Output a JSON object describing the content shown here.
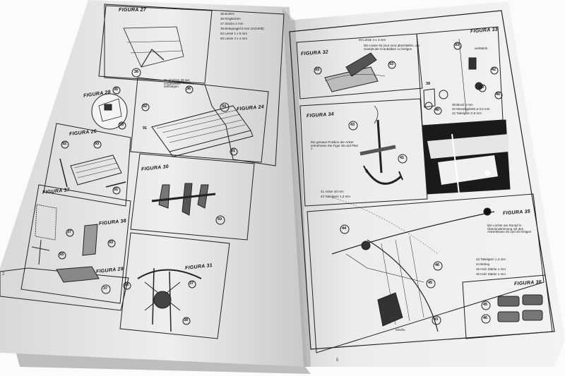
{
  "left_page": {
    "page_number": "2",
    "fig27": {
      "title": "FIGURA 27",
      "legend": [
        "35 Bolzen",
        "36 Ringbolzen",
        "37 Stöcke 2 mm",
        "38 Belegnagel 8 mm (4104/08)",
        "92 Leiste 1 x 5 mm",
        "93 Leiste 4 x 4 mm"
      ],
      "callouts": [
        "36"
      ]
    },
    "fig28": {
      "title": "FIGURA 28",
      "callouts": [
        "35",
        "93"
      ]
    },
    "fig24": {
      "title": "FIGURA 24",
      "note": "Ringbolzen 38 wie vorgesehen befestigen",
      "callouts": [
        "92",
        "36",
        "91",
        "93",
        "91"
      ]
    },
    "fig26": {
      "title": "FIGURA 26",
      "callouts": [
        "92",
        "93",
        "91"
      ]
    },
    "fig30": {
      "title": "FIGURA 30",
      "callouts": [
        "93"
      ]
    },
    "fig37": {
      "title": "FIGURA 37",
      "callouts": [
        "37",
        "93",
        "93"
      ]
    },
    "fig38": {
      "title": "FIGURA 38",
      "callouts": [
        "93"
      ]
    },
    "fig29": {
      "title": "FIGURA 29",
      "callouts": [
        "37"
      ]
    },
    "fig31": {
      "title": "FIGURA 31",
      "callouts": [
        "38",
        "37",
        "38"
      ]
    }
  },
  "right_page": {
    "page_number": "5",
    "fig32": {
      "title": "FIGURA 32",
      "text": [
        "93 Leiste 4 x 4 mm",
        "Die Leiste 93 (4x4 mm) abschleifen, um Gestalt der Kranbalken zu fertigen"
      ],
      "callouts": [
        "93",
        "93"
      ]
    },
    "fig33": {
      "title": "FIGURA 33",
      "text": [
        "einfädeln",
        "39 Block 3 mm",
        "40 Messingdraht ø 0,5 mm",
        "42 Takelgarn 0,8 mm"
      ],
      "callouts": [
        "93",
        "39",
        "42",
        "39",
        "40",
        "40"
      ]
    },
    "fig34": {
      "title": "FIGURA 34",
      "text": [
        "Die genaue Position der Anker entnehmen Sie Figur 35 und Plan 1",
        "41 Anker 40 mm",
        "43 Takelgarn 1,3 mm"
      ],
      "callouts": [
        "43",
        "41"
      ]
    },
    "fig35": {
      "title": "FIGURA 35",
      "text": [
        "Die Löcher am Rumpf in Übereinstimmung mit den Ankerklüsen 45 und 46 fertigen",
        "43 Takelgarn 1,3 mm",
        "44 Beting",
        "45 Holz Stärke 1 mm",
        "46 Holz Stärke 1 mm",
        "Kliniha"
      ],
      "callouts": [
        "44",
        "46",
        "45",
        "43"
      ]
    },
    "fig36": {
      "title": "FIGURA 36",
      "callouts": [
        "45",
        "46"
      ]
    }
  }
}
